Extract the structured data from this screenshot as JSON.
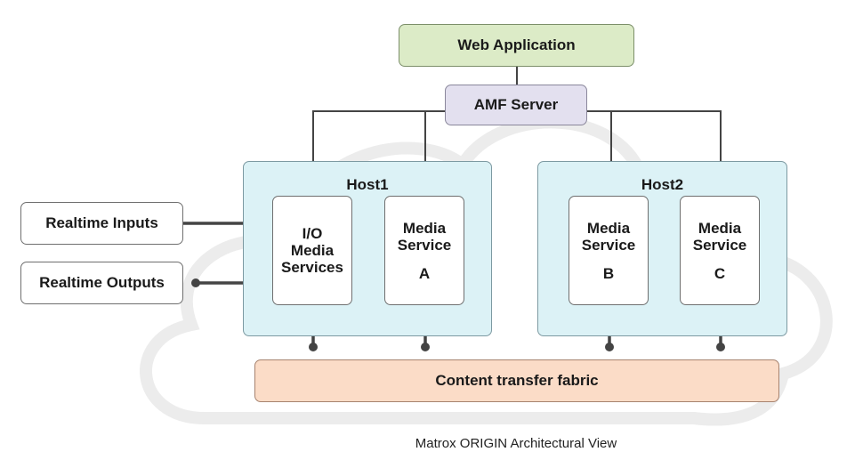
{
  "web_application": {
    "label": "Web Application"
  },
  "amf_server": {
    "label": "AMF Server"
  },
  "hosts": [
    {
      "title": "Host1"
    },
    {
      "title": "Host2"
    }
  ],
  "services": {
    "io": {
      "lines": [
        "I/O",
        "Media",
        "Services"
      ]
    },
    "a": {
      "lines": [
        "Media",
        "Service"
      ],
      "letter": "A"
    },
    "b": {
      "lines": [
        "Media",
        "Service"
      ],
      "letter": "B"
    },
    "c": {
      "lines": [
        "Media",
        "Service"
      ],
      "letter": "C"
    }
  },
  "realtime_inputs": {
    "label": "Realtime Inputs"
  },
  "realtime_outputs": {
    "label": "Realtime Outputs"
  },
  "fabric": {
    "label": "Content transfer fabric"
  },
  "caption": "Matrox ORIGIN Architectural View",
  "colors": {
    "web_app_fill": "#dcebc7",
    "amf_fill": "#e3e0ef",
    "host_fill": "#dcf2f6",
    "fabric_fill": "#fbdcc7",
    "connector": "#444444",
    "cloud_outline": "#ececec"
  }
}
